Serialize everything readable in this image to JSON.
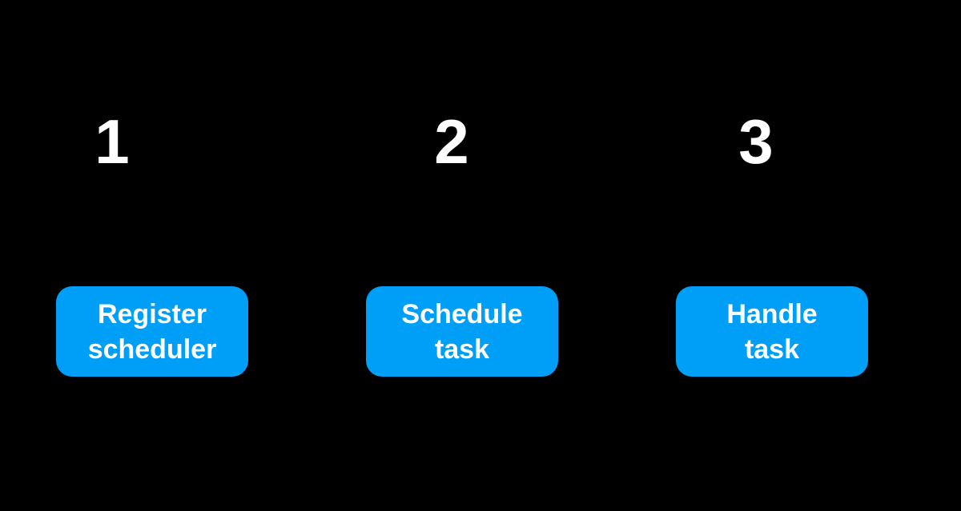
{
  "colors": {
    "background": "#000000",
    "number_text": "#ffffff",
    "box_fill": "#009ff7",
    "box_text": "#ffffff"
  },
  "steps": [
    {
      "number": "1",
      "label": "Register\nscheduler"
    },
    {
      "number": "2",
      "label": "Schedule\ntask"
    },
    {
      "number": "3",
      "label": "Handle\ntask"
    }
  ]
}
